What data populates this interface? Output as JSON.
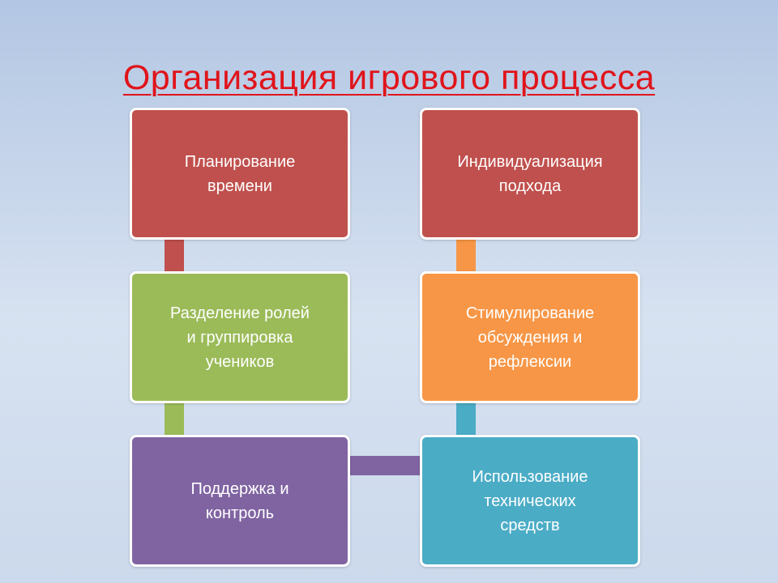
{
  "title": "Организация игрового процесса",
  "colors": {
    "red": "#c0504d",
    "green": "#9bbb59",
    "purple": "#8064a2",
    "orange": "#f79646",
    "blue": "#4bacc6",
    "title": "#e0141b"
  },
  "boxes": {
    "planning": "Планирование\nвремени",
    "roles": "Разделение ролей\nи группировка\nучеников",
    "support": "Поддержка и\nконтроль",
    "individual": "Индивидуализация\nподхода",
    "stimulation": "Стимулирование\nобсуждения и\nрефлексии",
    "tools": "Использование\nтехнических\nсредств"
  }
}
